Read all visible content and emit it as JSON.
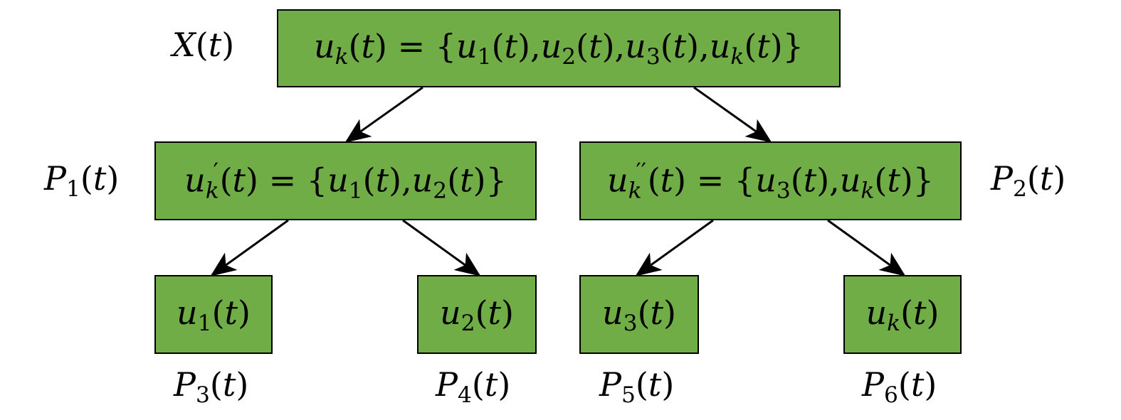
{
  "diagram": {
    "colors": {
      "box_fill": "#70ad47",
      "border": "#000000"
    },
    "root": {
      "label": "X(t)",
      "expr": {
        "lhs": "u",
        "lhs_sub": "k",
        "lhs_prime": "",
        "set": [
          {
            "var": "u",
            "sub": "1"
          },
          {
            "var": "u",
            "sub": "2"
          },
          {
            "var": "u",
            "sub": "3"
          },
          {
            "var": "u",
            "sub": "k"
          }
        ]
      }
    },
    "level2": [
      {
        "label": "P1(t)",
        "label_var": "P",
        "label_sub": "1",
        "expr": {
          "lhs": "u",
          "lhs_sub": "k",
          "lhs_prime": "′",
          "set": [
            {
              "var": "u",
              "sub": "1"
            },
            {
              "var": "u",
              "sub": "2"
            }
          ]
        }
      },
      {
        "label": "P2(t)",
        "label_var": "P",
        "label_sub": "2",
        "expr": {
          "lhs": "u",
          "lhs_sub": "k",
          "lhs_prime": "′′",
          "set": [
            {
              "var": "u",
              "sub": "3"
            },
            {
              "var": "u",
              "sub": "k"
            }
          ]
        }
      }
    ],
    "leaves": [
      {
        "var": "u",
        "sub": "1",
        "label_var": "P",
        "label_sub": "3"
      },
      {
        "var": "u",
        "sub": "2",
        "label_var": "P",
        "label_sub": "4"
      },
      {
        "var": "u",
        "sub": "3",
        "label_var": "P",
        "label_sub": "5"
      },
      {
        "var": "u",
        "sub": "k",
        "label_var": "P",
        "label_sub": "6"
      }
    ],
    "arg": "t",
    "edges": [
      {
        "from": "root",
        "to": "level2-0"
      },
      {
        "from": "root",
        "to": "level2-1"
      },
      {
        "from": "level2-0",
        "to": "leaf-0"
      },
      {
        "from": "level2-0",
        "to": "leaf-1"
      },
      {
        "from": "level2-1",
        "to": "leaf-2"
      },
      {
        "from": "level2-1",
        "to": "leaf-3"
      }
    ]
  }
}
